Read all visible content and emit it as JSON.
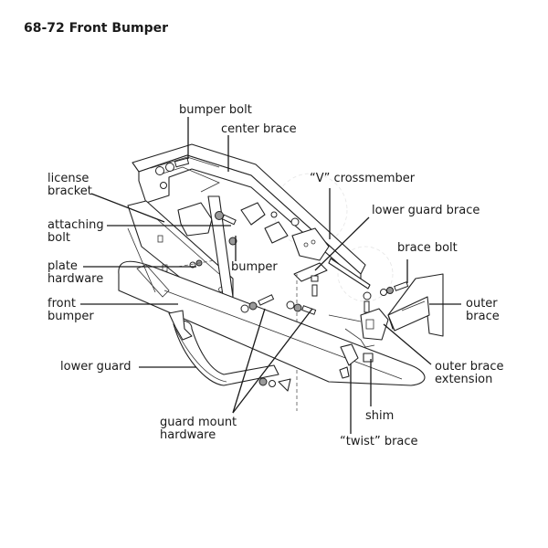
{
  "title": "68-72 Front Bumper",
  "labels": {
    "bumper_bolt": "bumper bolt",
    "center_brace": "center brace",
    "license_bracket_1": "license",
    "license_bracket_2": "bracket",
    "v_crossmember": "“V” crossmember",
    "lower_guard_brace": "lower guard brace",
    "attaching_bolt_1": "attaching",
    "attaching_bolt_2": "bolt",
    "brace_bolt": "brace bolt",
    "plate_hardware_1": "plate",
    "plate_hardware_2": "hardware",
    "bumper": "bumper",
    "front_bumper_1": "front",
    "front_bumper_2": "bumper",
    "outer_brace_1": "outer",
    "outer_brace_2": "brace",
    "lower_guard": "lower guard",
    "outer_brace_extension_1": "outer brace",
    "outer_brace_extension_2": "extension",
    "shim": "shim",
    "guard_mount_hardware_1": "guard mount",
    "guard_mount_hardware_2": "hardware",
    "twist_brace": "“twist” brace"
  }
}
